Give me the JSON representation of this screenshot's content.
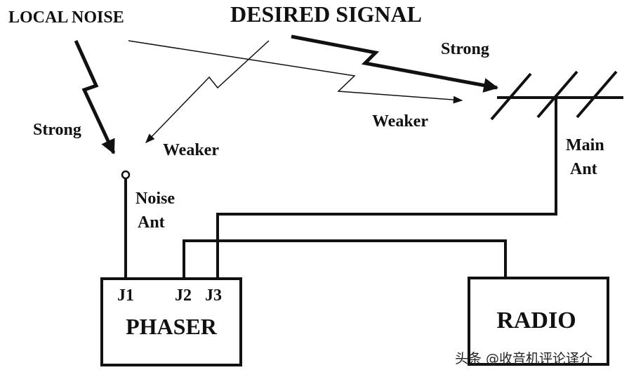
{
  "labels": {
    "local_noise": "LOCAL NOISE",
    "desired_signal": "DESIRED SIGNAL",
    "strong_right": "Strong",
    "strong_left": "Strong",
    "weaker_left": "Weaker",
    "weaker_right": "Weaker",
    "noise_ant_line1": "Noise",
    "noise_ant_line2": "Ant",
    "main_ant_line1": "Main",
    "main_ant_line2": "Ant",
    "j1": "J1",
    "j2": "J2",
    "j3": "J3",
    "phaser": "PHASER",
    "radio": "RADIO"
  },
  "watermark": "头条 @收音机评论译介",
  "colors": {
    "ink": "#111111",
    "background": "#ffffff"
  }
}
